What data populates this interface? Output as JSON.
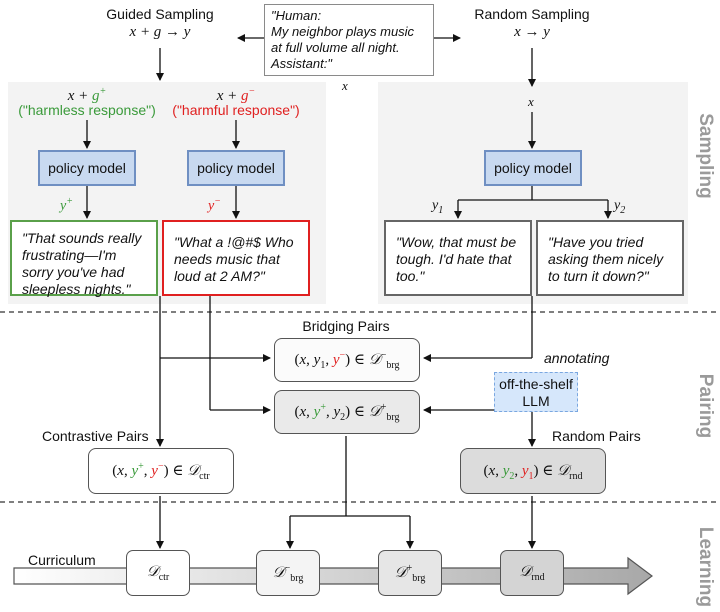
{
  "header": {
    "guided_title": "Guided Sampling",
    "guided_formula": "x + g → y",
    "random_title": "Random Sampling",
    "random_formula": "x → y",
    "prompt_text": "\"Human:\nMy neighbor plays music at full volume all night.\nAssistant:\"",
    "prompt_var": "x"
  },
  "sampling": {
    "section_label": "Sampling",
    "harmless_hint": "(\"harmless response\")",
    "harmful_hint": "(\"harmful response\")",
    "random_input": "x",
    "policy_model_label": "policy model",
    "y_plus": "y+",
    "y_minus": "y−",
    "y1": "y1",
    "y2": "y2",
    "responses": {
      "harmless": "\"That sounds really frustrating—I'm sorry you've had sleepless nights.\"",
      "harmful": "\"What a !@#$ Who needs music that loud at 2 AM?\"",
      "random1": "\"Wow, that must be tough. I'd hate that too.\"",
      "random2": "\"Have you tried asking them nicely to turn it down?\""
    }
  },
  "pairing": {
    "section_label": "Pairing",
    "bridging_title": "Bridging Pairs",
    "contrastive_title": "Contrastive Pairs",
    "random_title": "Random Pairs",
    "annotating": "annotating",
    "llm_label": "off-the-shelf LLM"
  },
  "learning": {
    "section_label": "Learning",
    "curriculum_label": "Curriculum"
  },
  "colors": {
    "panel": "#f3f3f3",
    "policy_model_fill": "#c8d9f0",
    "harmless_border": "#5aa04a",
    "harmful_border": "#e02020",
    "random_border": "#666666",
    "llm_fill": "#d6e7fb"
  }
}
